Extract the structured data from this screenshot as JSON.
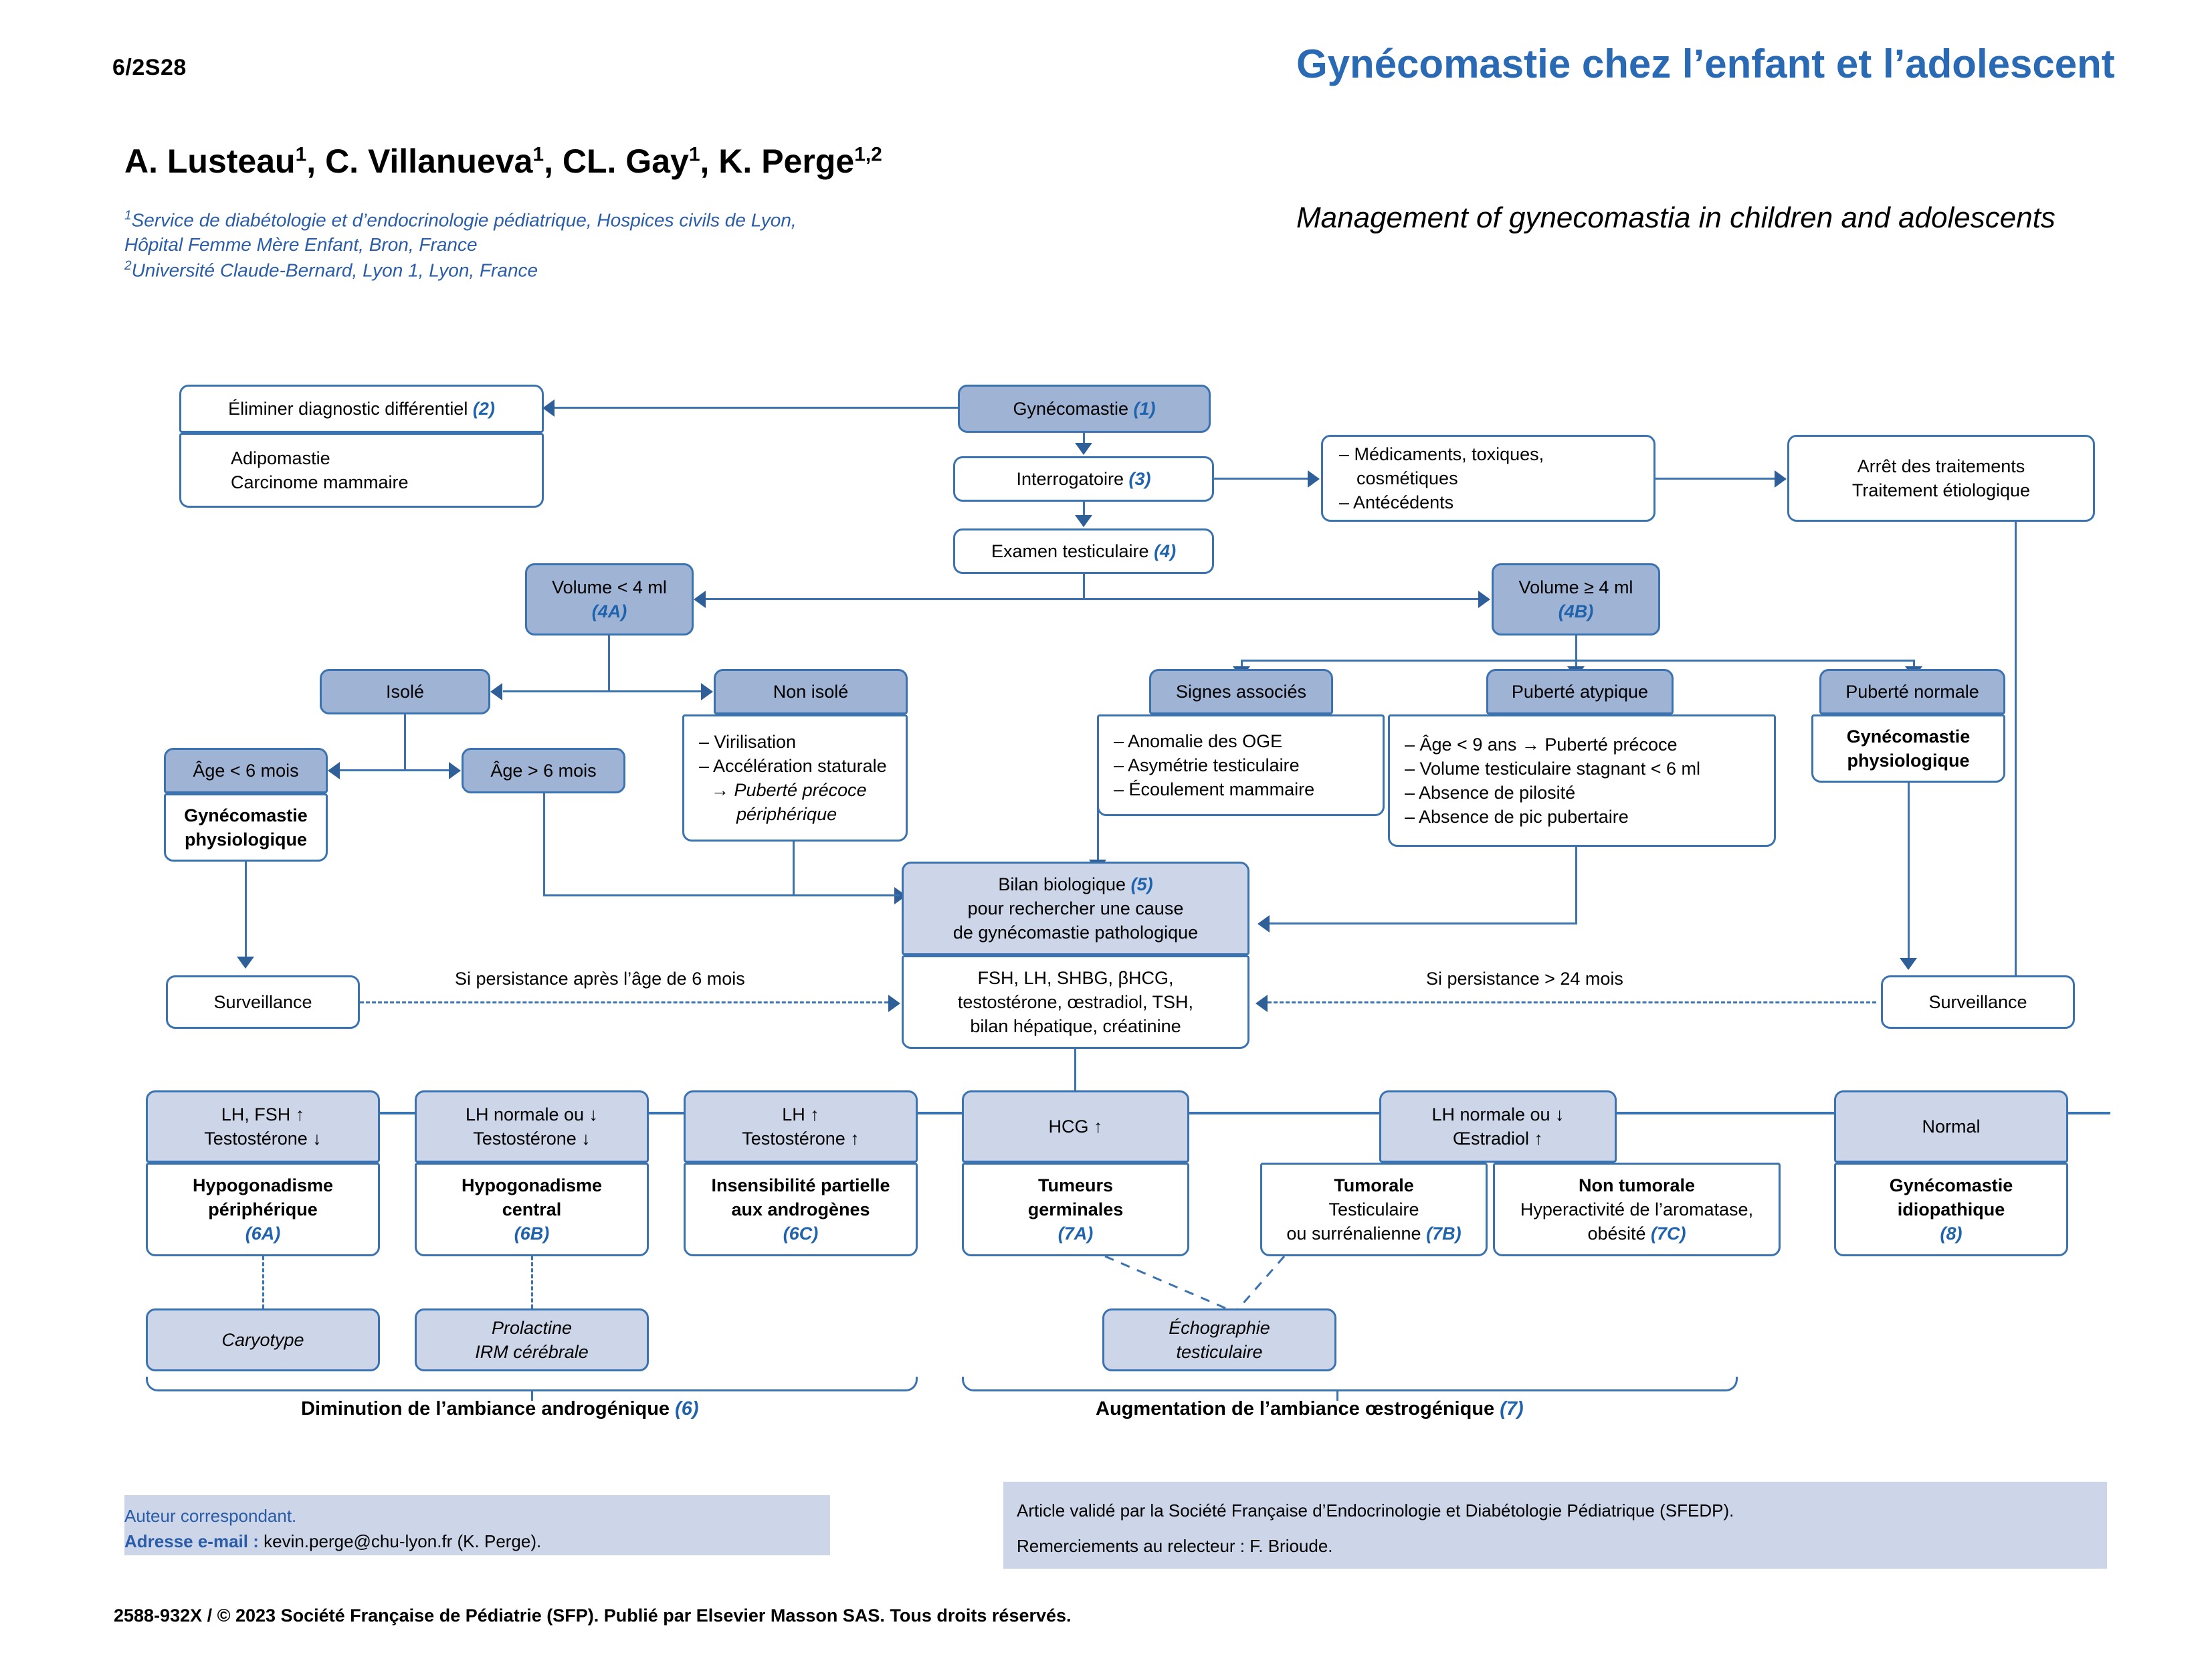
{
  "header": {
    "page_number": "6/2S28",
    "authors_html": "A. Lusteau<sup>1</sup>, C. Villanueva<sup>1</sup>, CL. Gay<sup>1</sup>, K. Perge<sup>1,2</sup>",
    "affiliation_html": "<sup>1</sup>Service de diab&eacute;tologie et d&rsquo;endocrinologie p&eacute;diatrique, Hospices civils de Lyon,<br>H&ocirc;pital Femme M&egrave;re Enfant, Bron, France<br><sup>2</sup>Universit&eacute; Claude-Bernard, Lyon 1, Lyon, France",
    "title": "Gynécomastie chez l’enfant et l’adolescent",
    "subtitle": "Management of gynecomastia in children and adolescents",
    "title_color": "#2a6ab5"
  },
  "flowchart": {
    "n1": {
      "label": "Gynécomastie",
      "ref": "(1)"
    },
    "n2": {
      "label": "Éliminer diagnostic différentiel",
      "ref": "(2)"
    },
    "n2b": {
      "line1": "Adipomastie",
      "line2": "Carcinome mammaire"
    },
    "n3": {
      "label": "Interrogatoire",
      "ref": "(3)"
    },
    "n4": {
      "label": "Examen testiculaire",
      "ref": "(4)"
    },
    "nmed": {
      "line1": "– Médicaments, toxiques,",
      "line2": "cosmétiques",
      "line3": "– Antécédents"
    },
    "narret": {
      "line1": "Arrêt des traitements",
      "line2": "Traitement étiologique"
    },
    "n4a": {
      "label": "Volume < 4 ml",
      "ref": "(4A)"
    },
    "n4b": {
      "label": "Volume ≥ 4 ml",
      "ref": "(4B)"
    },
    "nisole": {
      "label": "Isolé"
    },
    "nnonisole": {
      "label": "Non isolé"
    },
    "nnonisole_body": {
      "line1": "– Virilisation",
      "line2": "– Accélération staturale",
      "line3": "→ Puberté précoce",
      "line4": "périphérique"
    },
    "nage_lt": {
      "label": "Âge < 6 mois"
    },
    "nage_gt": {
      "label": "Âge > 6 mois"
    },
    "nphysio_left": {
      "line1": "Gynécomastie",
      "line2": "physiologique"
    },
    "nsignes": {
      "label": "Signes associés"
    },
    "nsignes_body": {
      "line1": "– Anomalie des OGE",
      "line2": "– Asymétrie testiculaire",
      "line3": "– Écoulement mammaire"
    },
    "npub_atyp": {
      "label": "Puberté atypique"
    },
    "npub_atyp_body": {
      "line1": "– Âge < 9 ans → Puberté précoce",
      "line2": "– Volume testiculaire stagnant < 6 ml",
      "line3": "– Absence de pilosité",
      "line4": "– Absence de pic pubertaire"
    },
    "npub_norm": {
      "label": "Puberté normale"
    },
    "nphysio_right": {
      "line1": "Gynécomastie",
      "line2": "physiologique"
    },
    "nbilan": {
      "line1": "Bilan biologique",
      "ref": "(5)",
      "line2": "pour rechercher une cause",
      "line3": "de gynécomastie pathologique"
    },
    "nbilan_body": {
      "line1": "FSH, LH, SHBG, βHCG,",
      "line2": "testostérone, œstradiol, TSH,",
      "line3": "bilan hépatique, créatinine"
    },
    "nsurv_left": {
      "label": "Surveillance"
    },
    "nsurv_right": {
      "label": "Surveillance"
    },
    "edge_left": "Si persistance après l’âge de 6 mois",
    "edge_right": "Si persistance > 24 mois",
    "r1": {
      "head1": "LH, FSH ↑",
      "head2": "Testostérone ↓",
      "body1": "Hypogonadisme",
      "body2": "périphérique",
      "ref": "(6A)"
    },
    "r2": {
      "head1": "LH normale ou ↓",
      "head2": "Testostérone ↓",
      "body1": "Hypogonadisme",
      "body2": "central",
      "ref": "(6B)"
    },
    "r3": {
      "head1": "LH ↑",
      "head2": "Testostérone ↑",
      "body1": "Insensibilité partielle",
      "body2": "aux androgènes",
      "ref": "(6C)"
    },
    "r4": {
      "head1": "HCG ↑",
      "body1": "Tumeurs",
      "body2": "germinales",
      "ref": "(7A)"
    },
    "r5": {
      "head1": "LH normale ou ↓",
      "head2": "Œstradiol ↑"
    },
    "r5a": {
      "body1": "Tumorale",
      "body2": "Testiculaire",
      "body3": "ou surrénalienne",
      "ref": "(7B)"
    },
    "r5b": {
      "body1": "Non tumorale",
      "body2": "Hyperactivité de l’aromatase,",
      "body3": "obésité",
      "ref": "(7C)"
    },
    "r6": {
      "head1": "Normal",
      "body1": "Gynécomastie",
      "body2": "idiopathique",
      "ref": "(8)"
    },
    "ncaryo": {
      "label": "Caryotype"
    },
    "nprl": {
      "line1": "Prolactine",
      "line2": "IRM cérébrale"
    },
    "necho": {
      "line1": "Échographie",
      "line2": "testiculaire"
    },
    "brace_left": {
      "label": "Diminution de l’ambiance androgénique",
      "ref": "(6)"
    },
    "brace_right": {
      "label": "Augmentation de l’ambiance œstrogénique",
      "ref": "(7)"
    }
  },
  "footer": {
    "corresponding_label": "Auteur correspondant.",
    "email_label": "Adresse e-mail :",
    "email_value": "kevin.perge@chu-lyon.fr (K. Perge).",
    "validation": "Article validé par la Société Française d’Endocrinologie et Diabétologie Pédiatrique (SFEDP).",
    "thanks": "Remerciements au relecteur : F. Brioude.",
    "copyright": "2588-932X / © 2023 Société Française de Pédiatrie (SFP). Publié par Elsevier Masson SAS. Tous droits réservés."
  },
  "colors": {
    "accent": "#2a6ab5",
    "box_border": "#3b72b0",
    "box_fill_dark": "#9fb3d5",
    "box_fill_light": "#ccd6e8"
  }
}
